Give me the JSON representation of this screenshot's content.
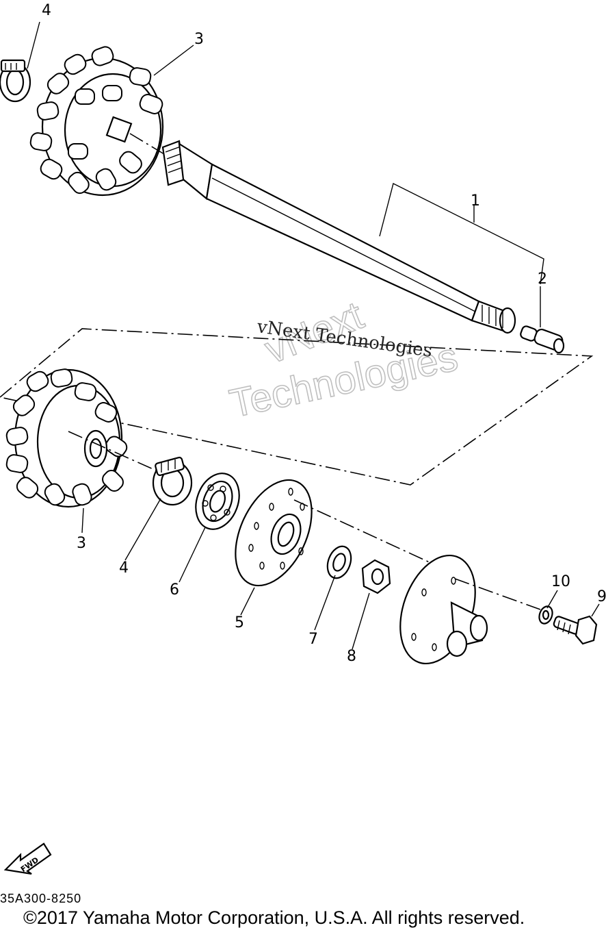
{
  "diagram": {
    "callouts": {
      "top_4": "4",
      "top_3": "3",
      "label_1": "1",
      "label_2": "2",
      "bottom_3": "3",
      "bottom_4": "4",
      "label_6": "6",
      "label_5": "5",
      "label_7": "7",
      "label_8": "8",
      "label_10": "10",
      "label_9": "9"
    },
    "watermark_serif": "vNext Technologies",
    "watermark_outline_line1": "vNext",
    "watermark_outline_line2": "Technologies",
    "fwd_label": "FWD"
  },
  "footer": {
    "diagram_code": "35A300-8250",
    "copyright": "©2017 Yamaha Motor Corporation, U.S.A. All rights reserved."
  }
}
